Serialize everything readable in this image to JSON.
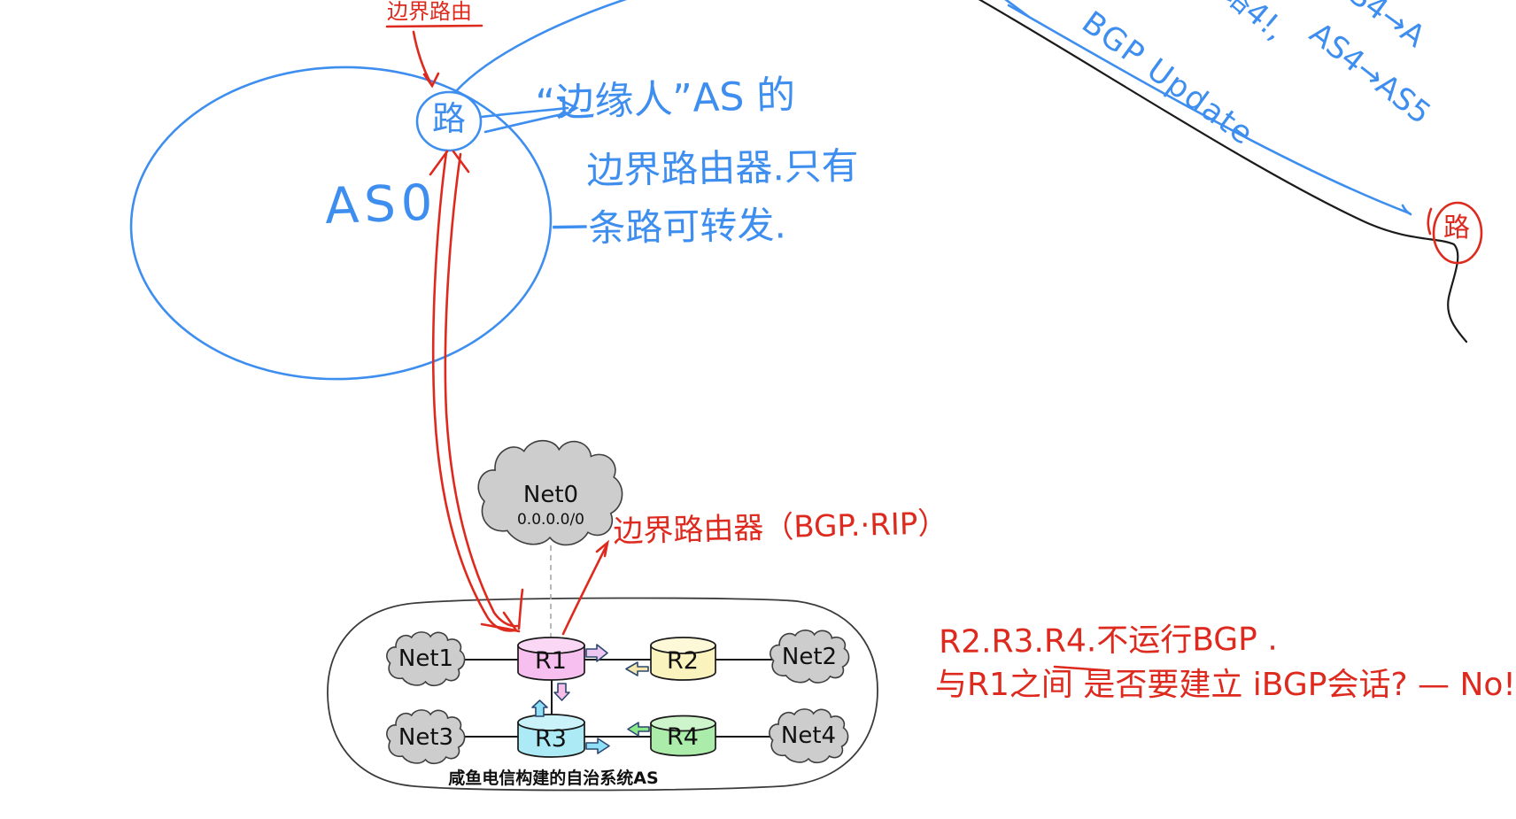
{
  "colors": {
    "red_pen": "#DE2A1E",
    "blue_pen": "#3E8EF0",
    "black_pen": "#1B1B1B",
    "cloud_fill": "#CDCDCD",
    "cloud_stroke": "#3E3E3E",
    "r1_fill": "#F6BFEF",
    "r1_top": "#FAD8F5",
    "r2_fill": "#FAF3BE",
    "r2_top": "#FCF8D8",
    "r3_fill": "#ACEBF5",
    "r3_top": "#C9F2F9",
    "r4_fill": "#ACECAA",
    "r4_top": "#CEF4CB",
    "arrow_outline": "#2C4770",
    "arrow_lavender": "#EDC6F1",
    "arrow_yellow": "#F6E8AC",
    "arrow_pink": "#F7BFE8",
    "arrow_cyan": "#8FE0F7",
    "arrow_green": "#8BE88B",
    "dashed_line": "#A8A8A8"
  },
  "top_left": {
    "border_router_label": "边界路由",
    "router_glyph": "路",
    "as_label": "AS0",
    "note_line1": "“边缘人”AS 的",
    "note_line2": "边界路由器.只有",
    "note_line3": "一条路可转发."
  },
  "top_right": {
    "bgp_update_label": "BGP Update",
    "fragment_top": "S4→A",
    "fragment_mid": "络4!,",
    "fragment_as_path": "AS4→AS5",
    "peer_router_glyph": "路"
  },
  "annotations": {
    "edge_router_note": "边界路由器（BGP.·RIP）",
    "claim_line1": "R2.R3.R4.不运行BGP .",
    "claim_line2": "与R1之间 是否要建立 iBGP会话? — No!"
  },
  "network": {
    "as_caption": "咸鱼电信构建的自治系统AS",
    "net0": {
      "name": "Net0",
      "prefix": "0.0.0.0/0"
    },
    "clouds": [
      {
        "name": "Net1"
      },
      {
        "name": "Net2"
      },
      {
        "name": "Net3"
      },
      {
        "name": "Net4"
      }
    ],
    "routers": [
      {
        "name": "R1"
      },
      {
        "name": "R2"
      },
      {
        "name": "R3"
      },
      {
        "name": "R4"
      }
    ]
  }
}
